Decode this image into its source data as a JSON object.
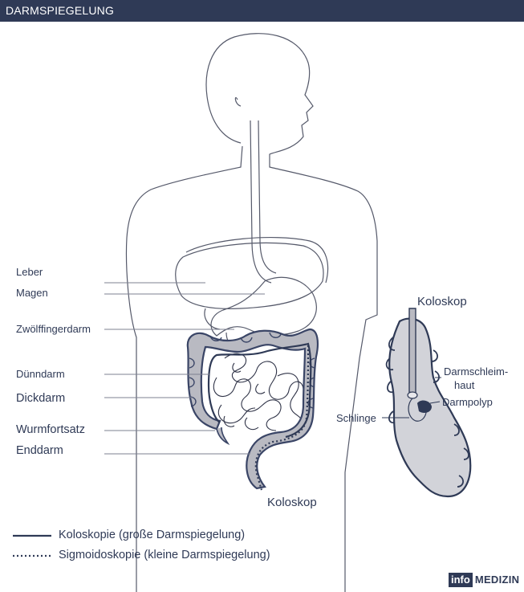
{
  "header": {
    "title": "DARMSPIEGELUNG"
  },
  "colors": {
    "header_bg": "#2f3a56",
    "text": "#2f3a56",
    "colon_fill": "#b9bac2",
    "outline": "#3a4566",
    "line": "#7d8090"
  },
  "labels": {
    "leber": "Leber",
    "magen": "Magen",
    "zwoelffingerdarm": "Zwölffingerdarm",
    "duenndarm": "Dünndarm",
    "dickdarm": "Dickdarm",
    "wurmfortsatz": "Wurmfortsatz",
    "enddarm": "Enddarm",
    "koloskop_body": "Koloskop"
  },
  "detail": {
    "koloskop": "Koloskop",
    "darmschleimhaut_1": "Darmschleim-",
    "darmschleimhaut_2": "haut",
    "darmpolyp": "Darmpolyp",
    "schlinge": "Schlinge"
  },
  "legend": {
    "koloskopie": "Koloskopie (große Darmspiegelung)",
    "sigmoidoskopie": "Sigmoidoskopie (kleine Darmspiegelung)"
  },
  "brand": {
    "box": "info",
    "text": "MEDIZIN"
  },
  "icons": [
    "body-outline-icon",
    "colon-icon",
    "colonoscope-icon"
  ]
}
